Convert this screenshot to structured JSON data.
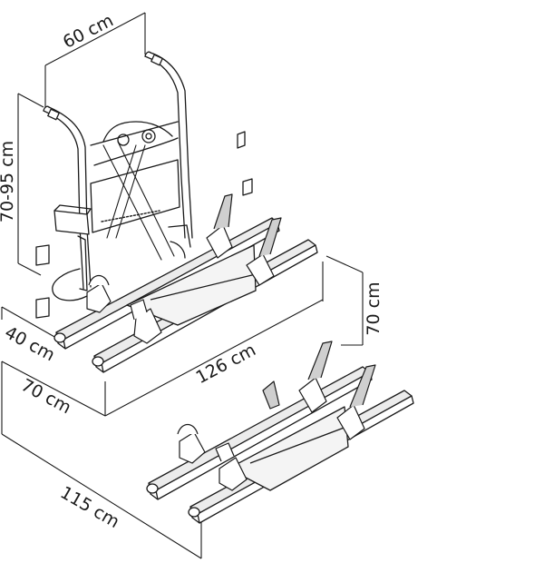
{
  "dimensions": {
    "width_top": "60 cm",
    "height_adjust": "70-95 cm",
    "depth_small": "40 cm",
    "depth_70": "70 cm",
    "length_126": "126 cm",
    "height_70": "70 cm",
    "depth_115": "115 cm"
  },
  "colors": {
    "line": "#1a1a1a",
    "rail_fill": "#ececec",
    "tray_fill": "#f4f4f4",
    "strap_fill": "#cfcfcf"
  }
}
